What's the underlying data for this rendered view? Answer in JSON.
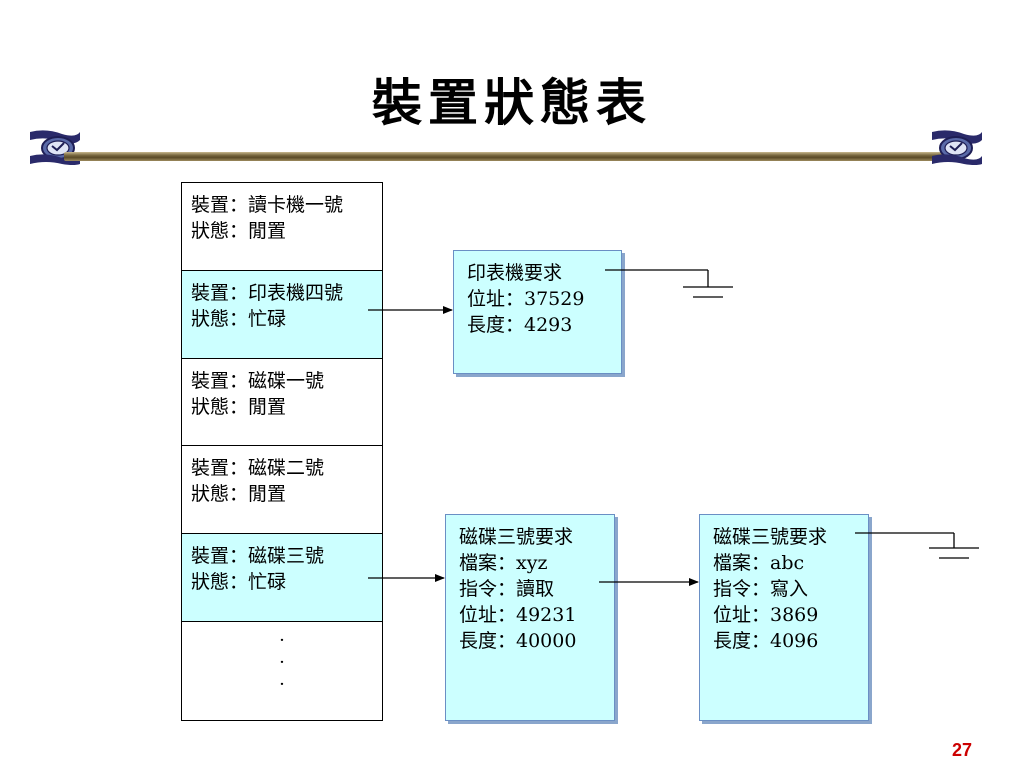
{
  "title": "裝置狀態表",
  "page_number": "27",
  "device_table": {
    "rows": [
      {
        "device": "裝置：讀卡機一號",
        "status": "狀態：閒置",
        "busy": false
      },
      {
        "device": "裝置：印表機四號",
        "status": "狀態：忙碌",
        "busy": true
      },
      {
        "device": "裝置：磁碟一號",
        "status": "狀態：閒置",
        "busy": false
      },
      {
        "device": "裝置：磁碟二號",
        "status": "狀態：閒置",
        "busy": false
      },
      {
        "device": "裝置：磁碟三號",
        "status": "狀態：忙碌",
        "busy": true
      }
    ],
    "ellipsis": [
      "·",
      "·",
      "·"
    ]
  },
  "requests": {
    "printer": {
      "title": "印表機要求",
      "address": "位址：37529",
      "length": "長度：4293"
    },
    "disk3_a": {
      "title": "磁碟三號要求",
      "file": "檔案：xyz",
      "command": "指令：讀取",
      "address": "位址：49231",
      "length": "長度：40000"
    },
    "disk3_b": {
      "title": "磁碟三號要求",
      "file": "檔案：abc",
      "command": "指令：寫入",
      "address": "位址：3869",
      "length": "長度：4096"
    }
  },
  "colors": {
    "busy_fill": "#ccffff",
    "request_fill": "#ccffff",
    "request_border": "#6a8fc4",
    "page_number": "#cc0000"
  },
  "icons": [
    "clock-emblem-icon",
    "arrow-icon",
    "ground-terminator-icon"
  ]
}
